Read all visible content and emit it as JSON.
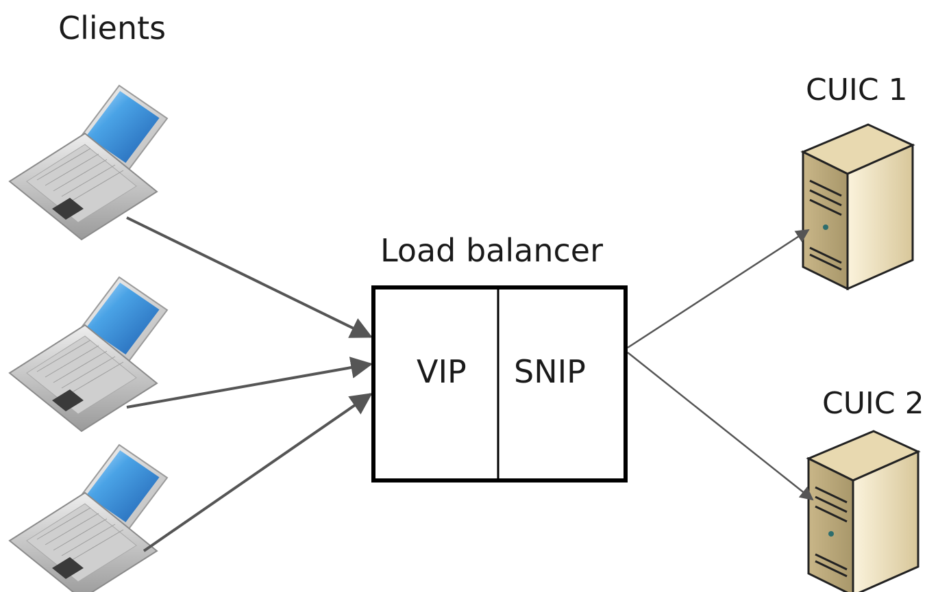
{
  "labels": {
    "clients": "Clients",
    "load_balancer": "Load balancer",
    "vip": "VIP",
    "snip": "SNIP",
    "server1": "CUIC 1",
    "server2": "CUIC 2"
  },
  "colors": {
    "laptop_screen": "#3f8fd6",
    "laptop_body": "#d9d9d9",
    "server_body": "#efe3c2",
    "line": "#555555",
    "box_border": "#000000"
  },
  "icons": [
    "laptop-icon",
    "server-icon"
  ]
}
